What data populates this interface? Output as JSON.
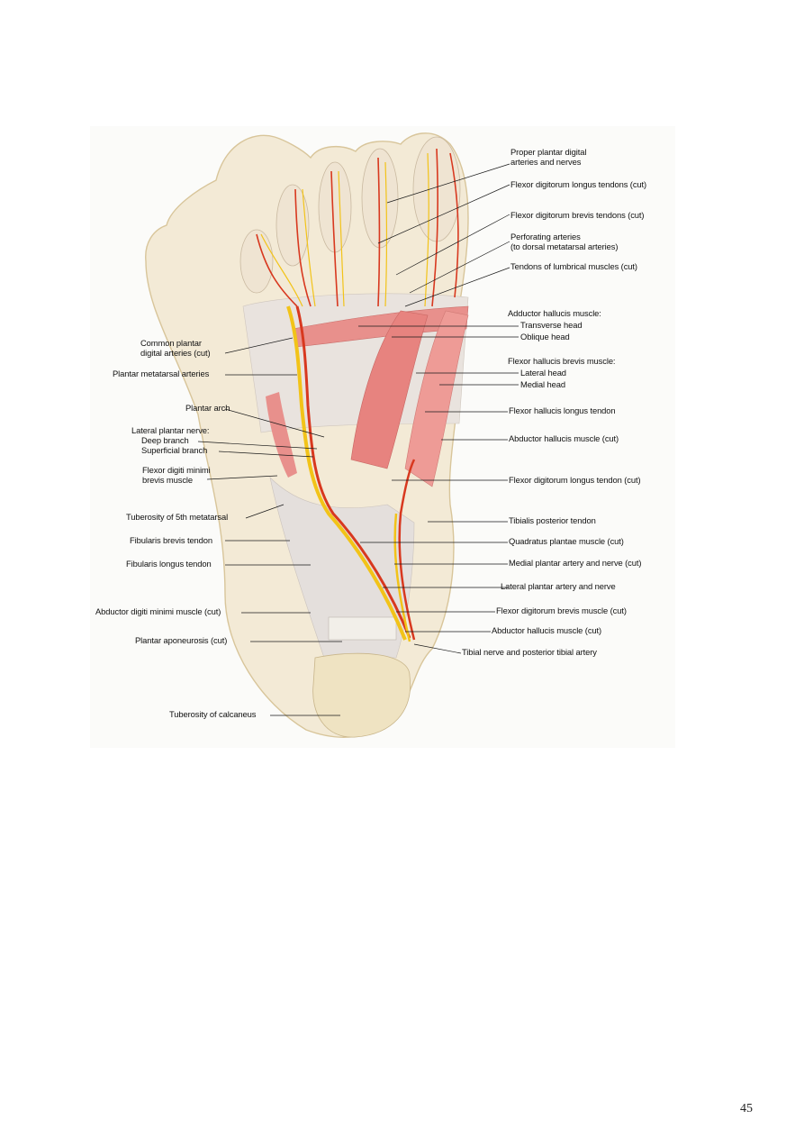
{
  "figure": {
    "labels_right": {
      "proper_plantar_digital": "Proper plantar digital\narteries and nerves",
      "fdl_tendons_cut": "Flexor digitorum longus tendons (cut)",
      "fdb_tendons_cut": "Flexor digitorum brevis tendons (cut)",
      "perforating_arteries": "Perforating arteries\n(to dorsal metatarsal arteries)",
      "lumbrical_tendons": "Tendons of lumbrical muscles (cut)",
      "adductor_hallucis": "Adductor hallucis muscle:",
      "transverse_head": "Transverse head",
      "oblique_head": "Oblique head",
      "fhb_muscle": "Flexor hallucis brevis muscle:",
      "lateral_head": "Lateral head",
      "medial_head": "Medial head",
      "fhl_tendon": "Flexor hallucis longus tendon",
      "abductor_hallucis_cut_1": "Abductor hallucis muscle (cut)",
      "fdl_tendon_cut": "Flexor digitorum longus tendon (cut)",
      "tibialis_posterior": "Tibialis posterior tendon",
      "quadratus_plantae": "Quadratus plantae muscle (cut)",
      "medial_plantar": "Medial plantar artery and nerve (cut)",
      "lateral_plantar": "Lateral plantar artery and nerve",
      "fdb_muscle_cut": "Flexor digitorum brevis muscle (cut)",
      "abductor_hallucis_cut_2": "Abductor hallucis muscle (cut)",
      "tibial_nerve": "Tibial nerve and posterior tibial artery"
    },
    "labels_left": {
      "common_plantar": "Common plantar\ndigital arteries (cut)",
      "plantar_metatarsal": "Plantar metatarsal arteries",
      "plantar_arch": "Plantar arch",
      "lateral_plantar_nerve": "Lateral plantar nerve:",
      "deep_branch": "Deep branch",
      "superficial_branch": "Superficial branch",
      "fdm_brevis": "Flexor digiti minimi\nbrevis muscle",
      "tuberosity_5th": "Tuberosity of 5th metatarsal",
      "fibularis_brevis": "Fibularis brevis tendon",
      "fibularis_longus": "Fibularis longus tendon",
      "abductor_digiti_minimi": "Abductor digiti minimi muscle (cut)",
      "plantar_aponeurosis": "Plantar aponeurosis (cut)",
      "tuberosity_calcaneus": "Tuberosity of calcaneus"
    }
  },
  "page_number": "45"
}
